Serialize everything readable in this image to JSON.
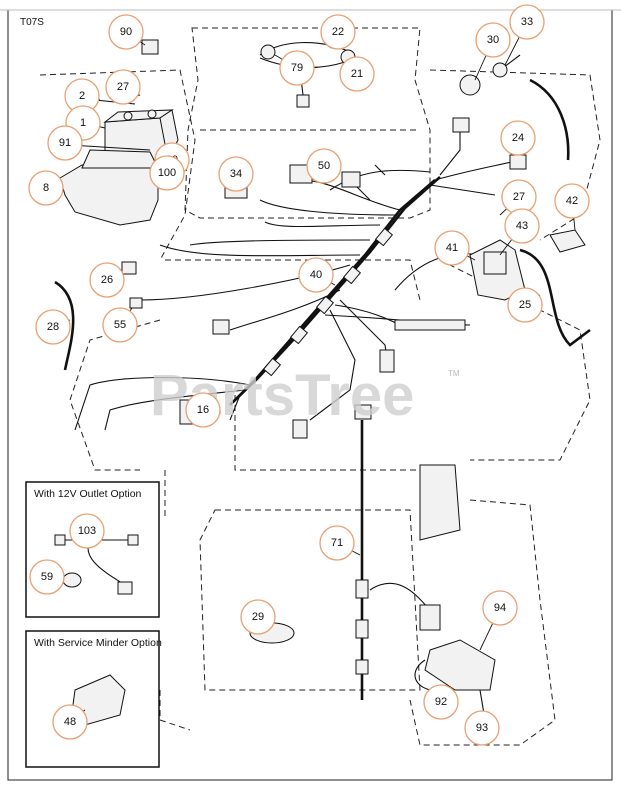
{
  "diagram_code": "T07S",
  "watermark": "PartsTree",
  "watermark_tm": "TM",
  "insets": [
    {
      "title": "With 12V Outlet Option"
    },
    {
      "title": "With Service Minder Option"
    }
  ],
  "callouts": [
    "90",
    "22",
    "33",
    "30",
    "79",
    "21",
    "2",
    "27",
    "1",
    "91",
    "24",
    "99",
    "100",
    "8",
    "34",
    "50",
    "27",
    "42",
    "43",
    "41",
    "40",
    "26",
    "25",
    "28",
    "55",
    "16",
    "103",
    "59",
    "71",
    "29",
    "94",
    "48",
    "92",
    "93"
  ]
}
